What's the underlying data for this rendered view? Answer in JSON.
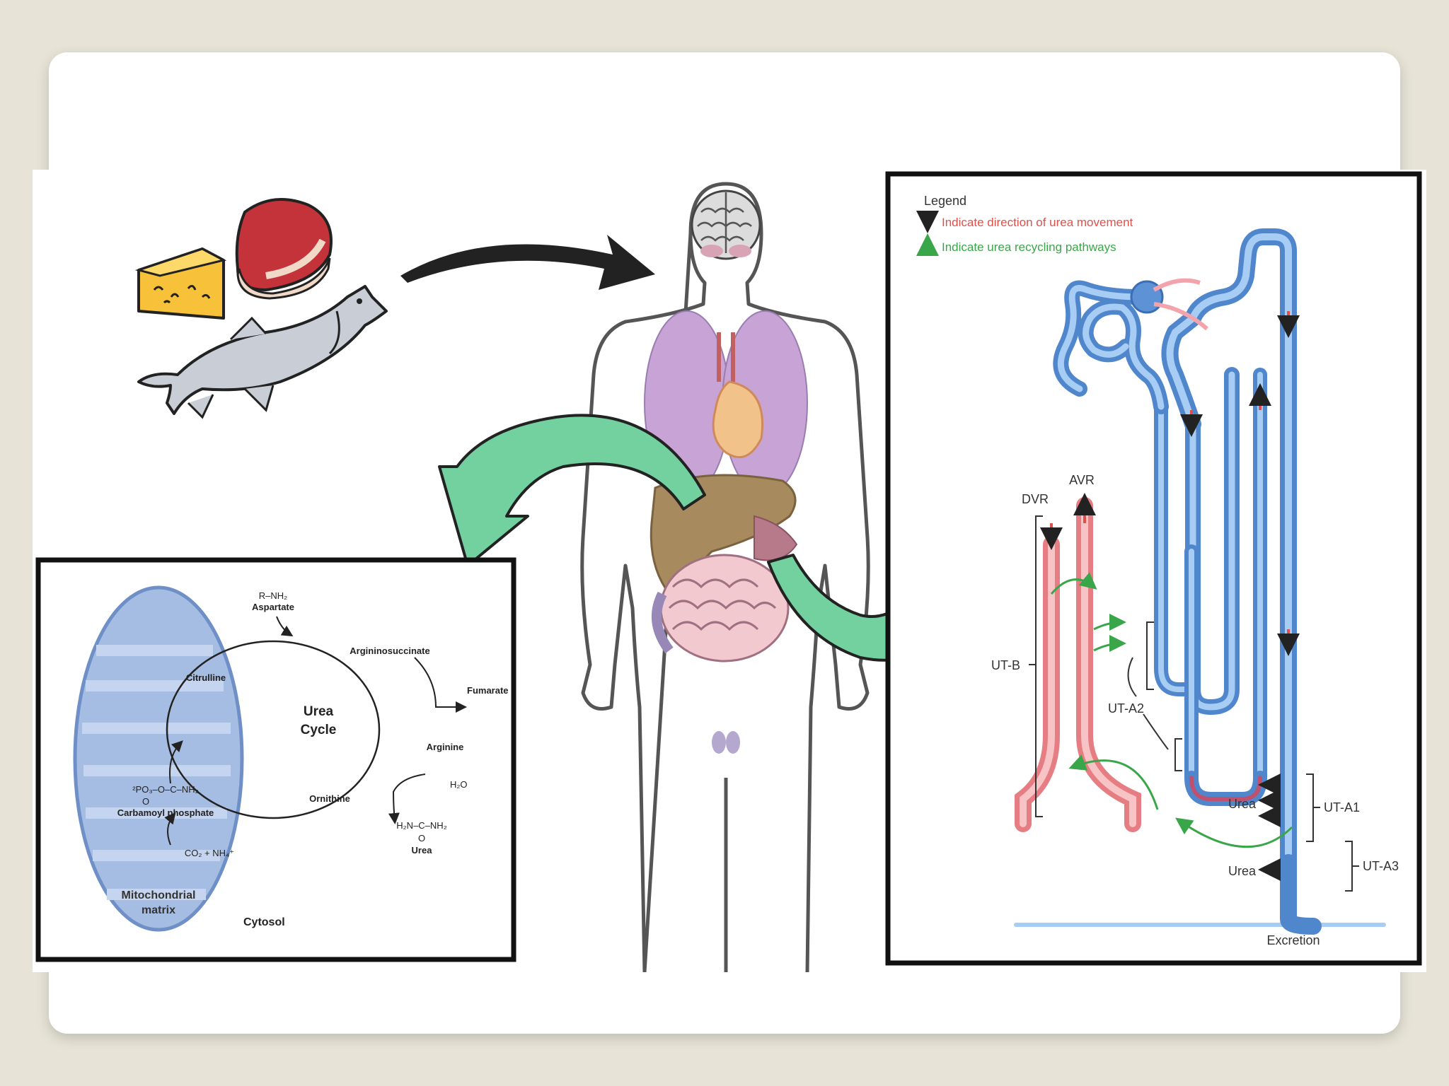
{
  "urea_cycle": {
    "title": "Urea Cycle",
    "compartment_matrix": "Mitochondrial matrix",
    "compartment_cytosol": "Cytosol",
    "metabolites": {
      "r_nh2": "R–NH₂",
      "aspartate": "Aspartate",
      "argininosuccinate": "Argininosuccinate",
      "fumarate": "Fumarate",
      "arginine": "Arginine",
      "h2o": "H₂O",
      "urea_formula": "H₂N–C–NH₂",
      "urea": "Urea",
      "ornithine": "Ornithine",
      "citrulline": "Citrulline",
      "carbamoyl_formula": "²PO₃–O–C–NH₂",
      "carbamoyl_phosphate": "Carbamoyl phosphate",
      "co2_nh4": "CO₂ + NH₄⁺",
      "oxygen": "O"
    }
  },
  "kidney": {
    "legend_title": "Legend",
    "legend_red": "Indicate direction of urea movement",
    "legend_green": "Indicate urea recycling pathways",
    "labels": {
      "dvr": "DVR",
      "avr": "AVR",
      "ut_b": "UT-B",
      "ut_a2": "UT-A2",
      "ut_a1": "UT-A1",
      "ut_a3": "UT-A3",
      "urea_1": "Urea",
      "urea_2": "Urea",
      "excretion": "Excretion"
    }
  },
  "colors": {
    "green_arrow": "#6fcf9a",
    "black_arrow": "#222222",
    "mito": "#9db3dc",
    "tubule": "#6ea2de",
    "vessel": "#ee9a9e",
    "legend_red": "#e0504a",
    "legend_green": "#3aa64a"
  }
}
